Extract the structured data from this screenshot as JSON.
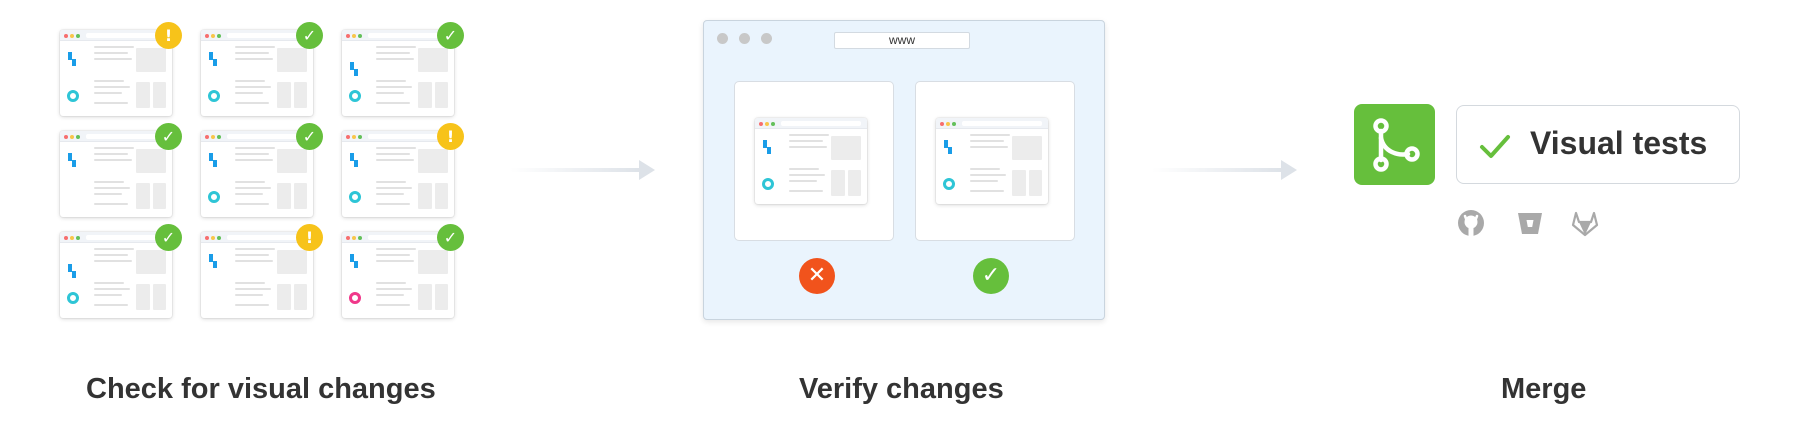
{
  "stages": {
    "check": {
      "caption": "Check for visual changes",
      "snapshots": [
        {
          "status": "warning"
        },
        {
          "status": "approved"
        },
        {
          "status": "approved"
        },
        {
          "status": "approved"
        },
        {
          "status": "approved"
        },
        {
          "status": "warning"
        },
        {
          "status": "approved"
        },
        {
          "status": "warning"
        },
        {
          "status": "approved"
        }
      ],
      "badge_glyphs": {
        "approved": "✓",
        "warning": "!"
      }
    },
    "verify": {
      "caption": "Verify changes",
      "url_text": "www",
      "results": [
        {
          "status": "rejected",
          "glyph": "✕"
        },
        {
          "status": "accepted",
          "glyph": "✓"
        }
      ]
    },
    "merge": {
      "caption": "Merge",
      "status_check_label": "Visual tests",
      "status_check_icon": "checkmark-icon",
      "merge_icon": "git-branch-icon",
      "providers": [
        "github-icon",
        "bitbucket-icon",
        "gitlab-icon"
      ]
    }
  },
  "colors": {
    "success": "#66bf3c",
    "warning": "#f7c31a",
    "error": "#f1531c",
    "browser_bg": "#eaf4fd",
    "text": "#333333",
    "provider_gray": "#a9a9a9"
  }
}
